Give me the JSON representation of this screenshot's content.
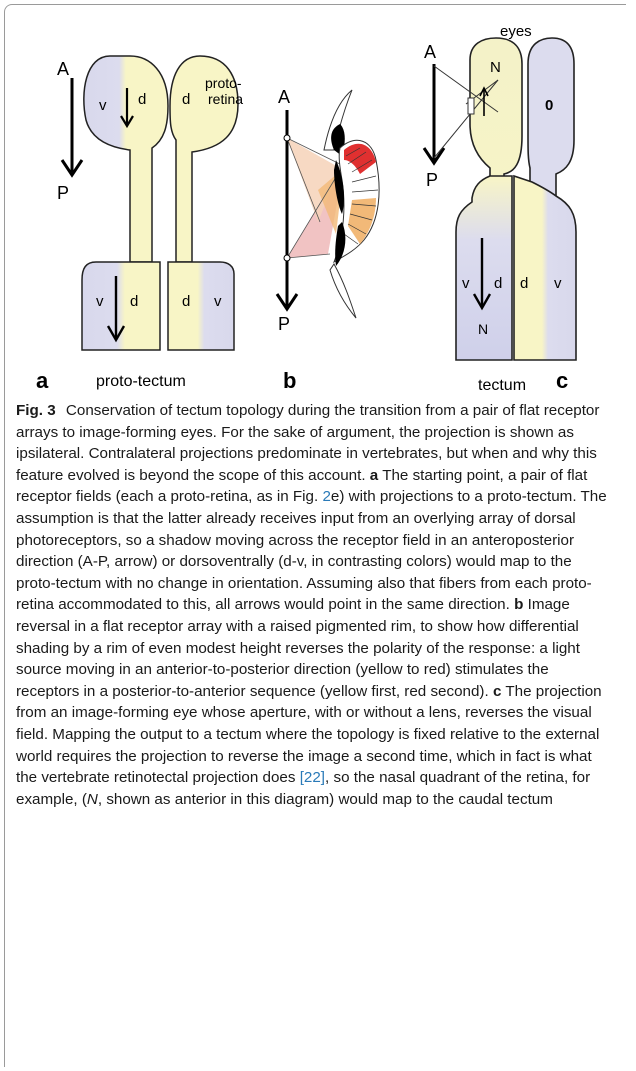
{
  "figure": {
    "panel_a": {
      "axis_top": "A",
      "axis_bottom": "P",
      "retina_left_v": "v",
      "retina_left_d": "d",
      "retina_right_d": "d",
      "retina_label": "proto-\nretina",
      "tectum_v_left": "v",
      "tectum_d_left": "d",
      "tectum_d_right": "d",
      "tectum_v_right": "v",
      "panel_letter": "a",
      "caption_label": "proto-tectum"
    },
    "panel_b": {
      "axis_top": "A",
      "axis_bottom": "P",
      "panel_letter": "b"
    },
    "panel_c": {
      "eyes_label": "eyes",
      "axis_top": "A",
      "axis_bottom": "P",
      "nasal_top": "N",
      "right_eye_symbol": "0",
      "tectum_v_left": "v",
      "tectum_d_left": "d",
      "tectum_d_right": "d",
      "tectum_v_right": "v",
      "nasal_bottom": "N",
      "caption_label": "tectum",
      "panel_letter": "c"
    },
    "colors": {
      "ventral_lavender": "#d8d8ec",
      "dorsal_yellow": "#f8f5c6",
      "red": "#e03030",
      "orange": "#f2b978",
      "pink": "#efb8b8"
    }
  },
  "caption": {
    "fig_label": "Fig. 3",
    "intro": "Conservation of tectum topology during the transition from a pair of flat receptor arrays to image-forming eyes. For the sake of argument, the projection is shown as ipsilateral. Contralateral projections predominate in vertebrates, but when and why this feature evolved is beyond the scope of this account.",
    "a_label": "a",
    "a_text_1": "The starting point, a pair of flat receptor fields (each a proto-retina, as in Fig.",
    "a_ref": "2",
    "a_text_2": "e) with projections to a proto-tectum. The assumption is that the latter already receives input from an overlying array of dorsal photoreceptors, so a shadow moving across the receptor field in an anteroposterior direction (A-P, arrow) or dorsoventrally (d-v, in contrasting colors) would map to the proto-tectum with no change in orientation. Assuming also that fibers from each proto-retina accommodated to this, all arrows would point in the same direction.",
    "b_label": "b",
    "b_text": "Image reversal in a flat receptor array with a raised pigmented rim, to show how differential shading by a rim of even modest height reverses the polarity of the response: a light source moving in an anterior-to-posterior direction (yellow to red) stimulates the receptors in a posterior-to-anterior sequence (yellow first, red second).",
    "c_label": "c",
    "c_text_1": "The projection from an image-forming eye whose aperture, with or without a lens, reverses the visual field. Mapping the output to a tectum where the topology is fixed relative to the external world requires the projection to reverse the image a second time, which in fact is what the vertebrate retinotectal projection does",
    "c_ref": "[22]",
    "c_text_2": ", so the nasal quadrant of the retina, for example, (",
    "c_italic": "N",
    "c_text_3": ", shown as anterior in this diagram) would map to the caudal tectum"
  }
}
